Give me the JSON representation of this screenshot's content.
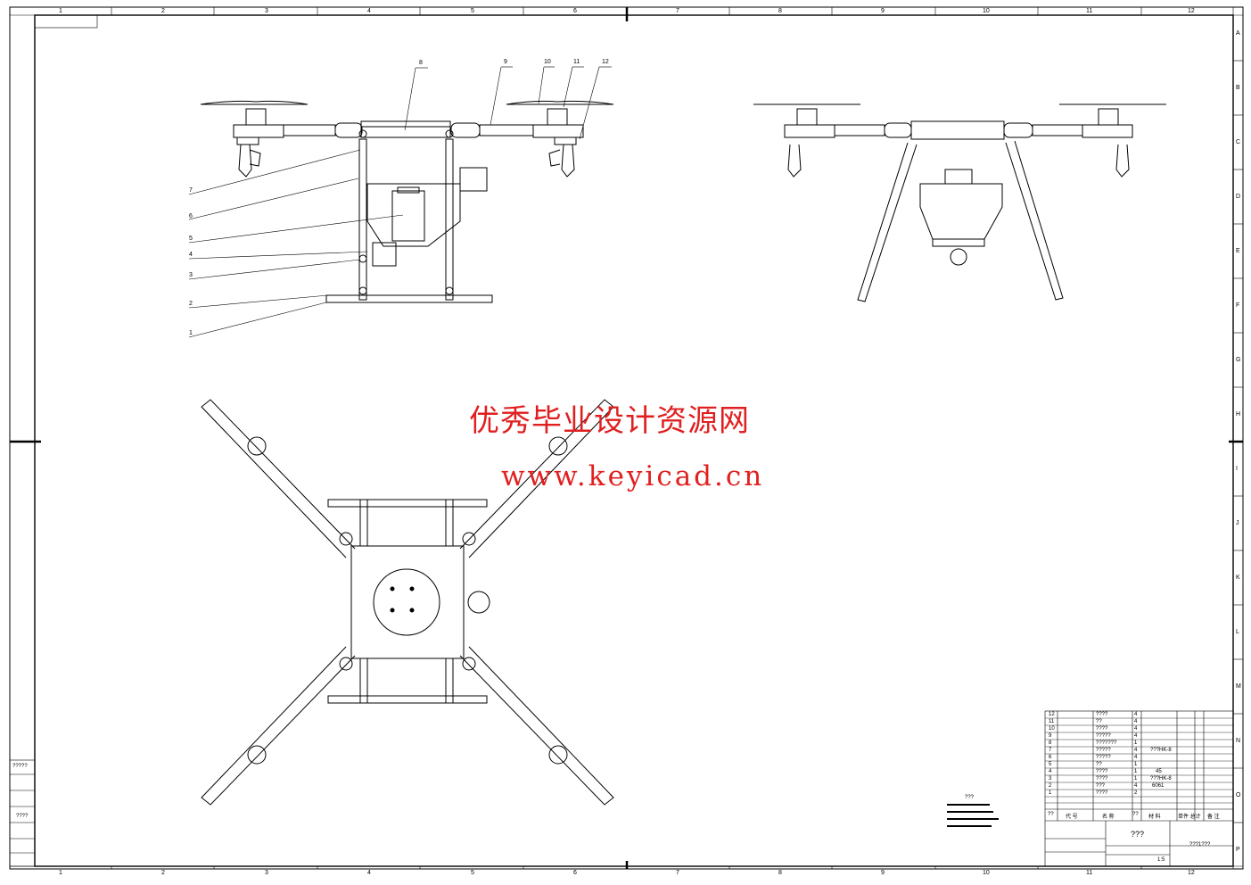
{
  "sheet": {
    "col_numbers": [
      "1",
      "2",
      "3",
      "4",
      "5",
      "6",
      "7",
      "8",
      "9",
      "10",
      "11",
      "12"
    ],
    "row_letters": [
      "A",
      "B",
      "C",
      "D",
      "E",
      "F",
      "G",
      "H",
      "I",
      "J",
      "K",
      "L",
      "M",
      "N",
      "O",
      "P"
    ]
  },
  "watermark": {
    "chinese": "优秀毕业设计资源网",
    "url": "www.keyicad.cn"
  },
  "callouts": [
    "1",
    "2",
    "3",
    "4",
    "5",
    "6",
    "7",
    "8",
    "9",
    "10",
    "11",
    "12"
  ],
  "parts_list": {
    "rows": [
      {
        "no": "12",
        "name": "????",
        "qty": "4",
        "material": ""
      },
      {
        "no": "11",
        "name": "??",
        "qty": "4",
        "material": ""
      },
      {
        "no": "10",
        "name": "????",
        "qty": "4",
        "material": ""
      },
      {
        "no": "9",
        "name": "?????",
        "qty": "4",
        "material": ""
      },
      {
        "no": "8",
        "name": "???????",
        "qty": "1",
        "material": ""
      },
      {
        "no": "7",
        "name": "?????",
        "qty": "4",
        "material": "???HK-8"
      },
      {
        "no": "6",
        "name": "?????",
        "qty": "4",
        "material": ""
      },
      {
        "no": "5",
        "name": "??",
        "qty": "1",
        "material": ""
      },
      {
        "no": "4",
        "name": "????",
        "qty": "1",
        "material": "45"
      },
      {
        "no": "3",
        "name": "????",
        "qty": "1",
        "material": "???HK-8"
      },
      {
        "no": "2",
        "name": "???",
        "qty": "4",
        "material": "6061"
      },
      {
        "no": "1",
        "name": "????",
        "qty": "2",
        "material": ""
      }
    ],
    "header": [
      "??",
      "代 号",
      "名 称",
      "??",
      "材 料",
      "单件 总计",
      "备 注"
    ]
  },
  "title_block": {
    "drawing_name": "???",
    "drawing_number": "???1???",
    "scale": "1:5"
  },
  "notes": {
    "heading": "???"
  },
  "left_strip": [
    "?????",
    "",
    "",
    "????",
    "",
    ""
  ]
}
